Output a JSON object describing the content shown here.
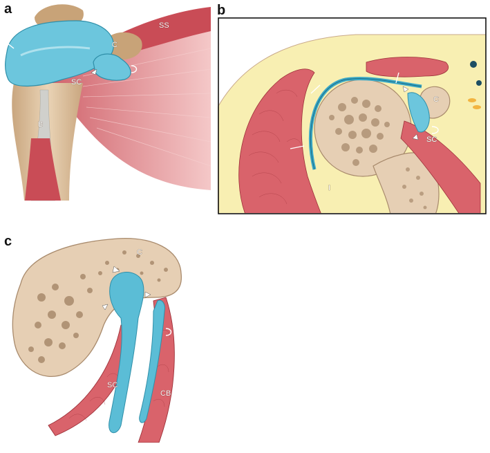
{
  "panels": {
    "a": {
      "letter": "a",
      "labels": {
        "ss": "SS",
        "c": "C",
        "sc": "SC",
        "b": "B"
      }
    },
    "b": {
      "letter": "b",
      "labels": {
        "c": "C",
        "sc": "SC",
        "i": "I"
      }
    },
    "c": {
      "letter": "c",
      "labels": {
        "c": "C",
        "sc": "SC",
        "cb": "CB"
      }
    }
  },
  "colors": {
    "bursa": "#5bbdd6",
    "bursa_dark": "#2e8ea8",
    "bone": "#e6cfb4",
    "bone_dark": "#a88a6c",
    "muscle": "#d9636b",
    "muscle_light": "#ec9ea0",
    "fat": "#f7edb0",
    "frame": "#111111"
  }
}
